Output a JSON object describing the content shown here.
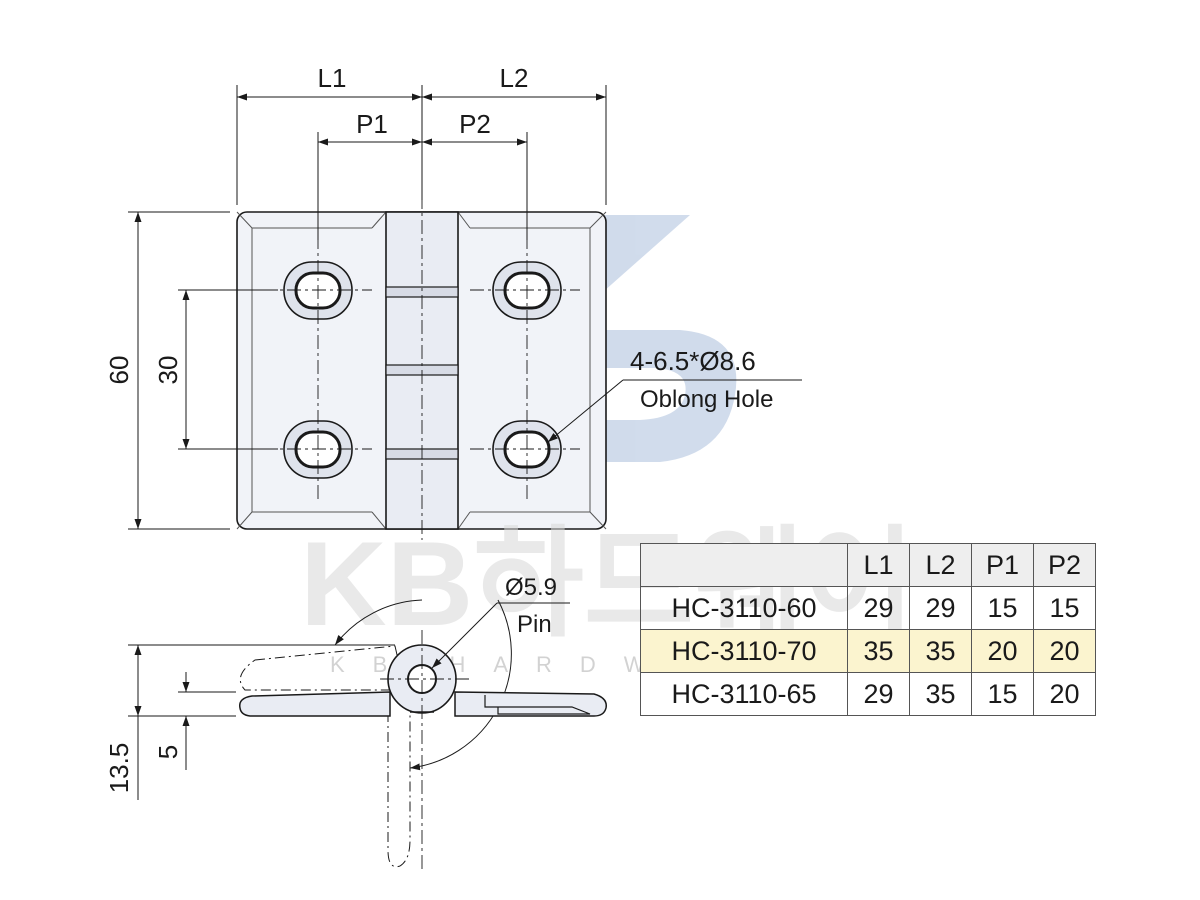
{
  "dimensions": {
    "l1": "L1",
    "l2": "L2",
    "p1": "P1",
    "p2": "P2",
    "height_total": "60",
    "hole_spacing": "30",
    "side_height": "13.5",
    "side_thickness": "5"
  },
  "callouts": {
    "hole_spec": "4-6.5*Ø8.6",
    "hole_name": "Oblong Hole",
    "pin_spec": "Ø5.9",
    "pin_name": "Pin"
  },
  "watermark": {
    "brand": "KB하드웨어",
    "sub": "KB HARDWARE"
  },
  "table": {
    "headers": [
      "",
      "L1",
      "L2",
      "P1",
      "P2"
    ],
    "rows": [
      {
        "model": "HC-3110-60",
        "l1": "29",
        "l2": "29",
        "p1": "15",
        "p2": "15",
        "highlight": false
      },
      {
        "model": "HC-3110-70",
        "l1": "35",
        "l2": "35",
        "p1": "20",
        "p2": "20",
        "highlight": true
      },
      {
        "model": "HC-3110-65",
        "l1": "29",
        "l2": "35",
        "p1": "15",
        "p2": "20",
        "highlight": false
      }
    ]
  },
  "colors": {
    "line": "#1a1a1a",
    "plate_fill": "#f1f3f8",
    "highlight_row": "#fbf4cf",
    "header_cell": "#eeeeee",
    "logo_blue": "#2f5fa8"
  }
}
